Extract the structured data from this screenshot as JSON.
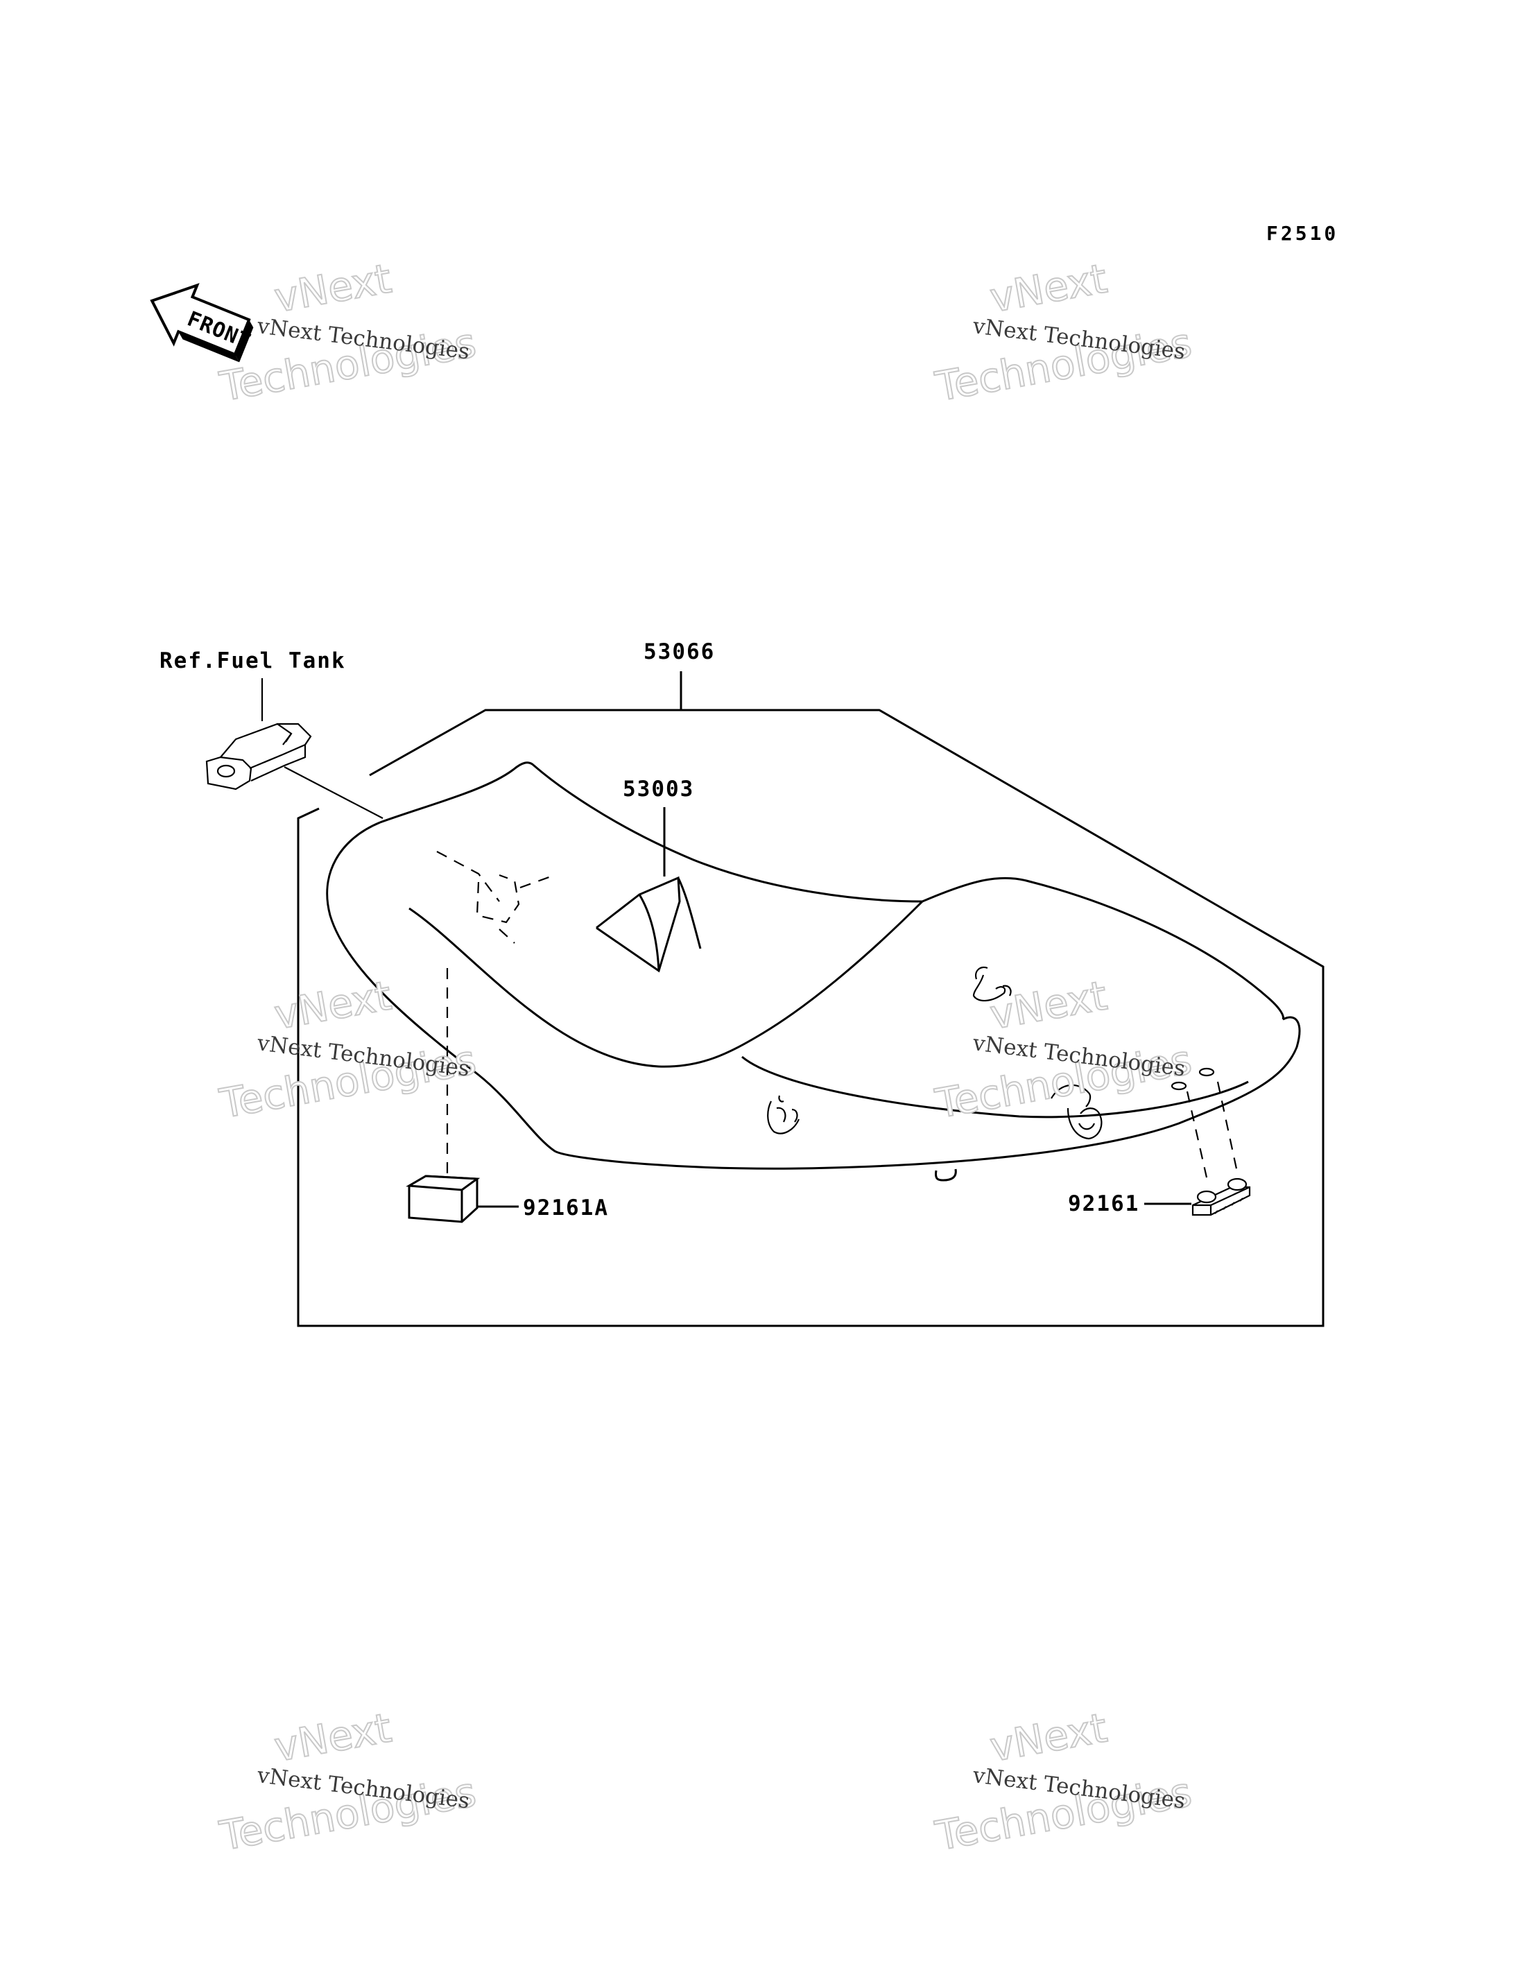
{
  "diagram": {
    "figure_code": "F2510",
    "front_indicator": "FRONT",
    "labels": {
      "ref_fuel_tank": "Ref.Fuel Tank",
      "seat_assy": "53066",
      "seat_cover": "53003",
      "damper_a": "92161A",
      "damper": "92161"
    }
  },
  "watermarks": {
    "line1": "vNext",
    "line2": "vNext Technologies",
    "line3": "Technologies"
  }
}
